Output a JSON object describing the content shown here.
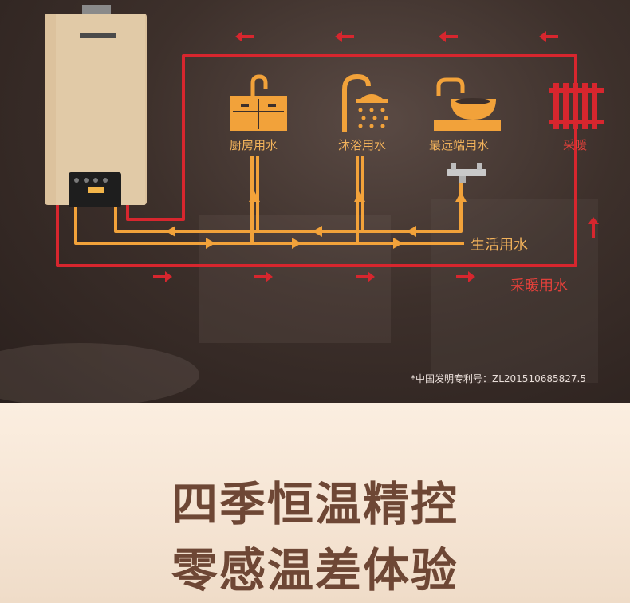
{
  "labels": {
    "kitchen": "厨房用水",
    "shower": "沐浴用水",
    "farthest": "最远端用水",
    "heating": "采暖",
    "domestic": "生活用水",
    "heating_water": "采暖用水"
  },
  "patent": "*中国发明专利号：ZL201510685827.5",
  "headline": {
    "line1": "四季恒温精控",
    "line2": "零感温差体验"
  },
  "colors": {
    "orange": "#f2a23a",
    "red": "#d7262e",
    "heater_gold": "#dcc29d",
    "headline": "#6e4735"
  }
}
